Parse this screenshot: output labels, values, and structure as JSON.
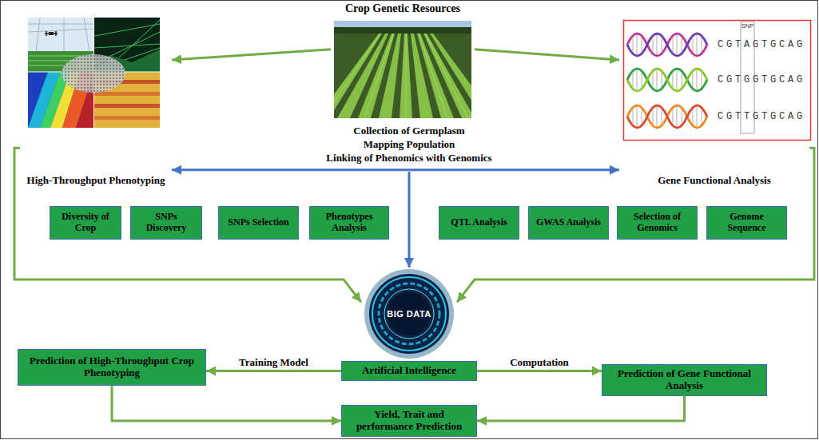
{
  "diagram": {
    "nodes": [
      {
        "text": [
          "Crop Genetic Resources"
        ]
      },
      {
        "text": [
          "High-Throughput Phenotyping"
        ]
      },
      {
        "text": [
          "Gene Functional Analysis"
        ]
      },
      {
        "text": [
          "Diversity of Crop"
        ]
      },
      {
        "text": [
          "SNPs Discovery"
        ]
      },
      {
        "text": [
          "SNPs Selection"
        ]
      },
      {
        "text": [
          "Phenotypes Analysis"
        ]
      },
      {
        "text": [
          "QTL Analysis"
        ]
      },
      {
        "text": [
          "GWAS Analysis"
        ]
      },
      {
        "text": [
          "Selection of Genomics"
        ]
      },
      {
        "text": [
          "Genome Sequence"
        ]
      },
      {
        "text": [
          "BIG DATA"
        ]
      },
      {
        "text": [
          "Prediction of High-Throughput Crop Phenotyping"
        ]
      },
      {
        "text": [
          "Artificial Intelligence"
        ]
      },
      {
        "text": [
          "Prediction of Gene Functional Analysis"
        ]
      },
      {
        "text": [
          "Yield, Trait and performance Prediction"
        ]
      }
    ],
    "edges": [
      {
        "from": 0,
        "to": 1,
        "arrow": "to"
      },
      {
        "from": 0,
        "to": 2,
        "arrow": "to"
      },
      {
        "from": 1,
        "to": 2,
        "arrow": "both"
      },
      {
        "from": 1,
        "to": 11,
        "arrow": "to"
      },
      {
        "from": 2,
        "to": 11,
        "arrow": "to"
      },
      {
        "from": 13,
        "to": 12,
        "label": "Training Model",
        "arrow": "to"
      },
      {
        "from": 13,
        "to": 14,
        "label": "Computation",
        "arrow": "to"
      },
      {
        "from": 12,
        "to": 15,
        "arrow": "to"
      },
      {
        "from": 14,
        "to": 15,
        "arrow": "to"
      }
    ],
    "labels": [
      "Collection of Germplasm",
      "Mapping Population",
      "Linking of Phenomics with Genomics",
      "SNP",
      "CGTAGTGCAG",
      "CGTGGTGCAG",
      "CGTTGTGCAG"
    ]
  }
}
